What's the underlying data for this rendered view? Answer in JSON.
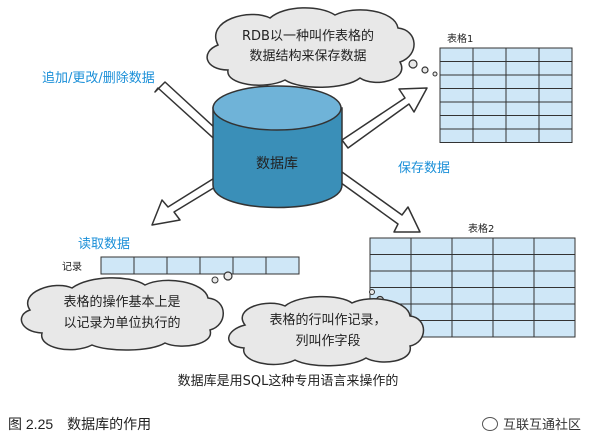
{
  "bubbles": {
    "top": [
      "RDB以一种叫作表格的",
      "数据结构来保存数据"
    ],
    "left": [
      "表格的操作基本上是",
      "以记录为单位执行的"
    ],
    "right": [
      "表格的行叫作记录，",
      "列叫作字段"
    ]
  },
  "labels": {
    "update": "追加/更改/删除数据",
    "read": "读取数据",
    "save": "保存数据",
    "database": "数据库",
    "table1": "表格1",
    "table2": "表格2",
    "record": "记录",
    "bottom_line": "数据库是用SQL这种专用语言来操作的"
  },
  "caption": {
    "figure": "图 2.25",
    "title": "数据库的作用"
  },
  "watermark": "互联互通社区",
  "colors": {
    "accent_blue": "#1a8fd8",
    "cell_fill": "#cfe7f7",
    "db_fill": "#3a8fb8"
  }
}
